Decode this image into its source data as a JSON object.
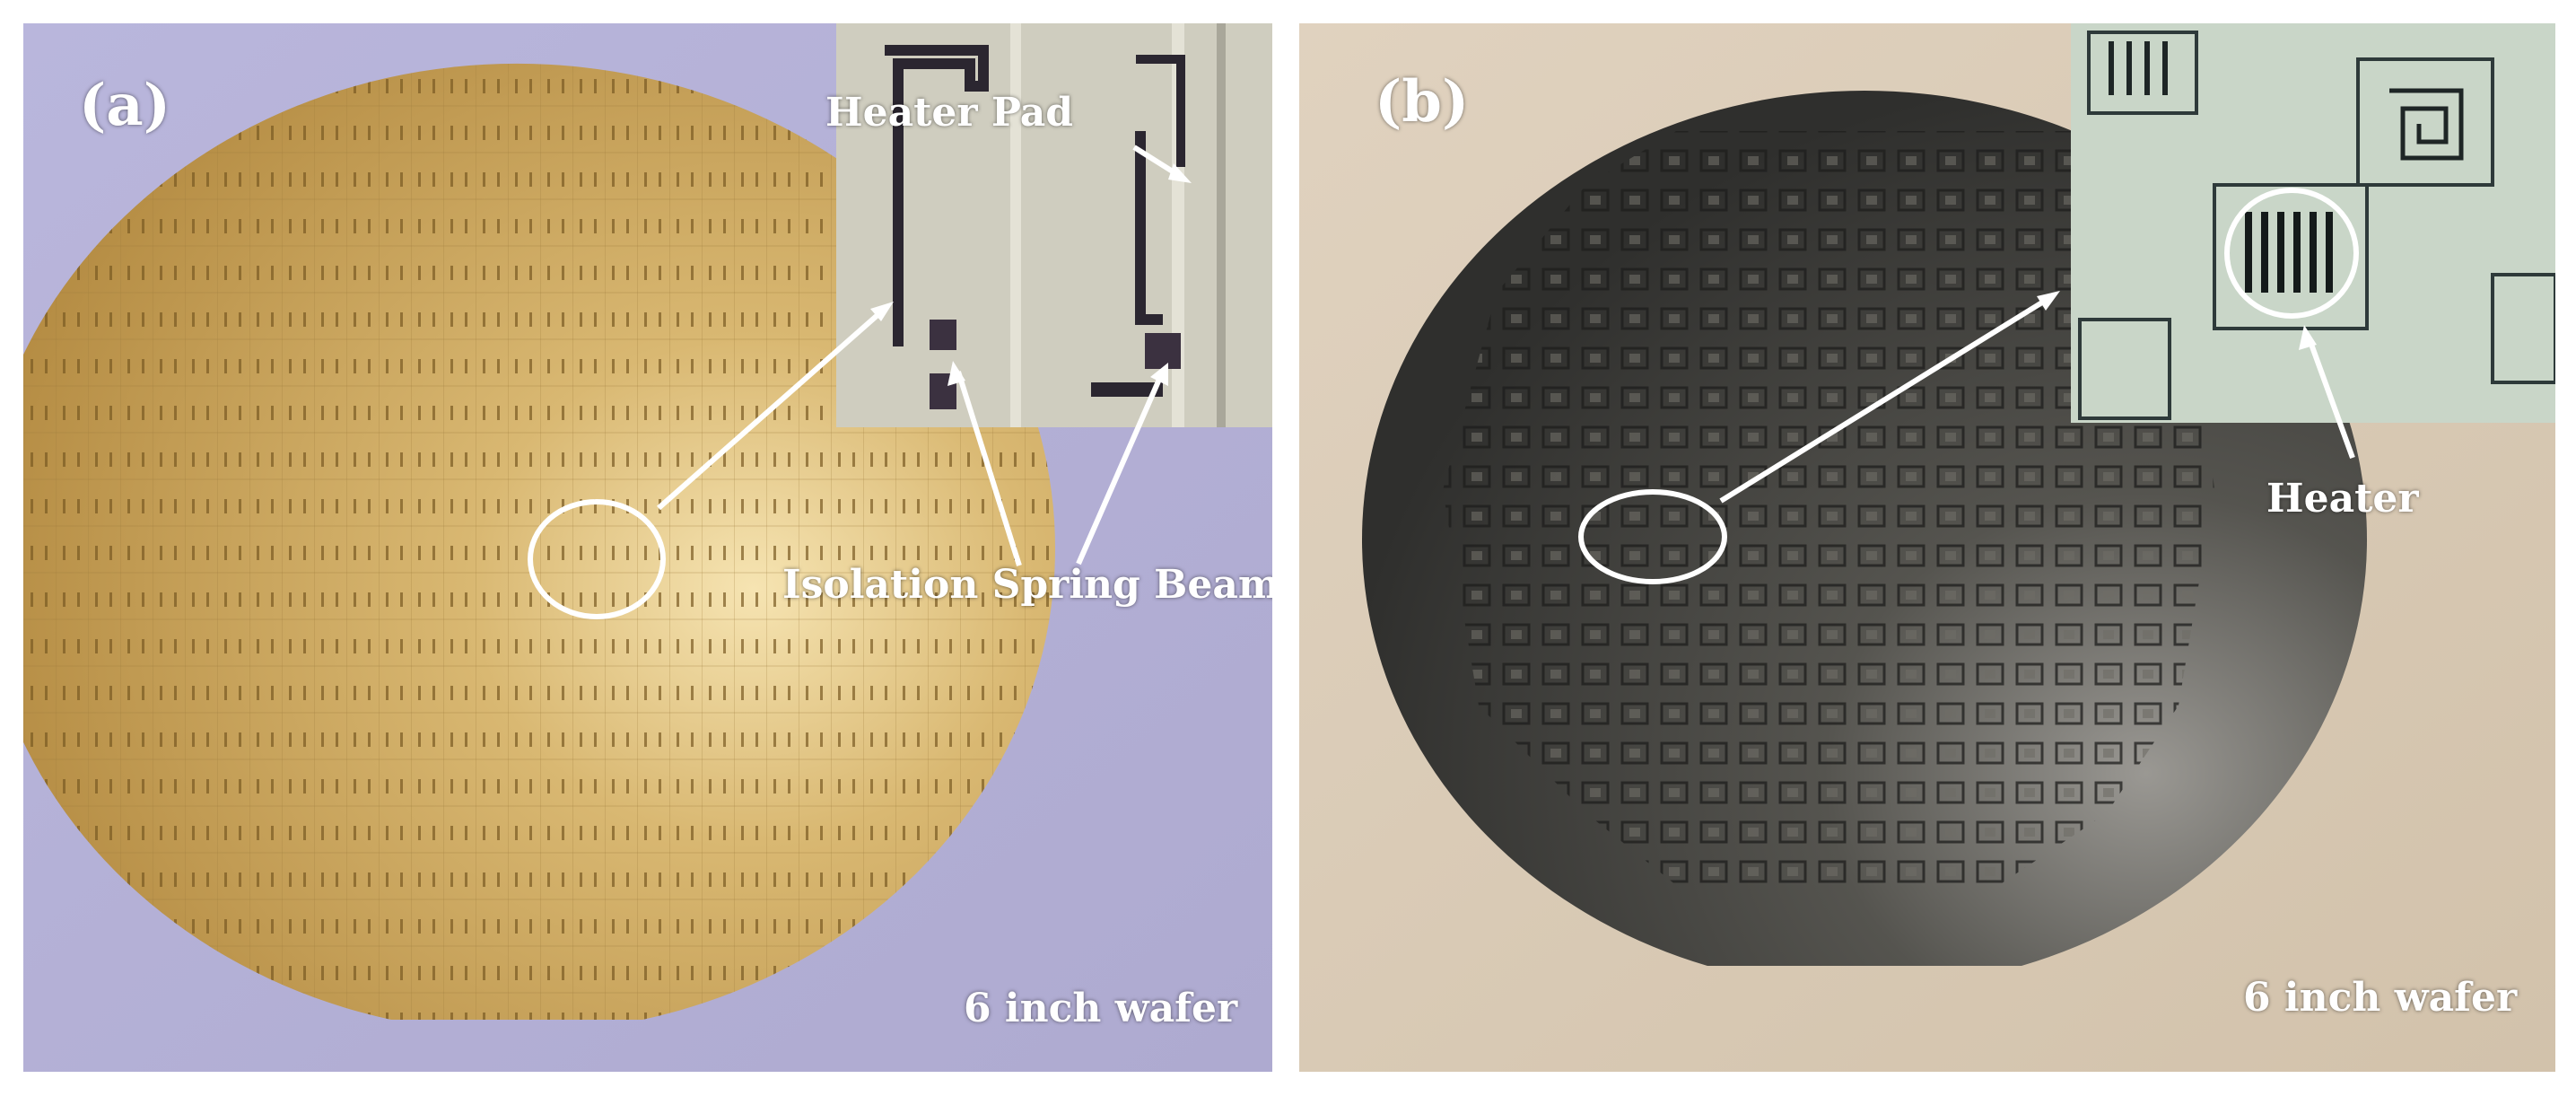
{
  "panel_a": {
    "label": "(a)",
    "heater_pad": "Heater Pad",
    "isolation_spring_beam": "Isolation Spring Beam",
    "wafer": "6 inch wafer",
    "colors": {
      "background": "#b5b3d7",
      "wafer": "#c7a35c",
      "wafer_highlight": "#f0d9a0",
      "inset": "#cfcdbf"
    }
  },
  "panel_b": {
    "label": "(b)",
    "heater": "Heater",
    "wafer": "6 inch wafer",
    "colors": {
      "background": "#d8c9b4",
      "wafer": "#3c3c3a",
      "wafer_highlight": "#8f8e89",
      "inset": "#c9d6c8"
    }
  }
}
